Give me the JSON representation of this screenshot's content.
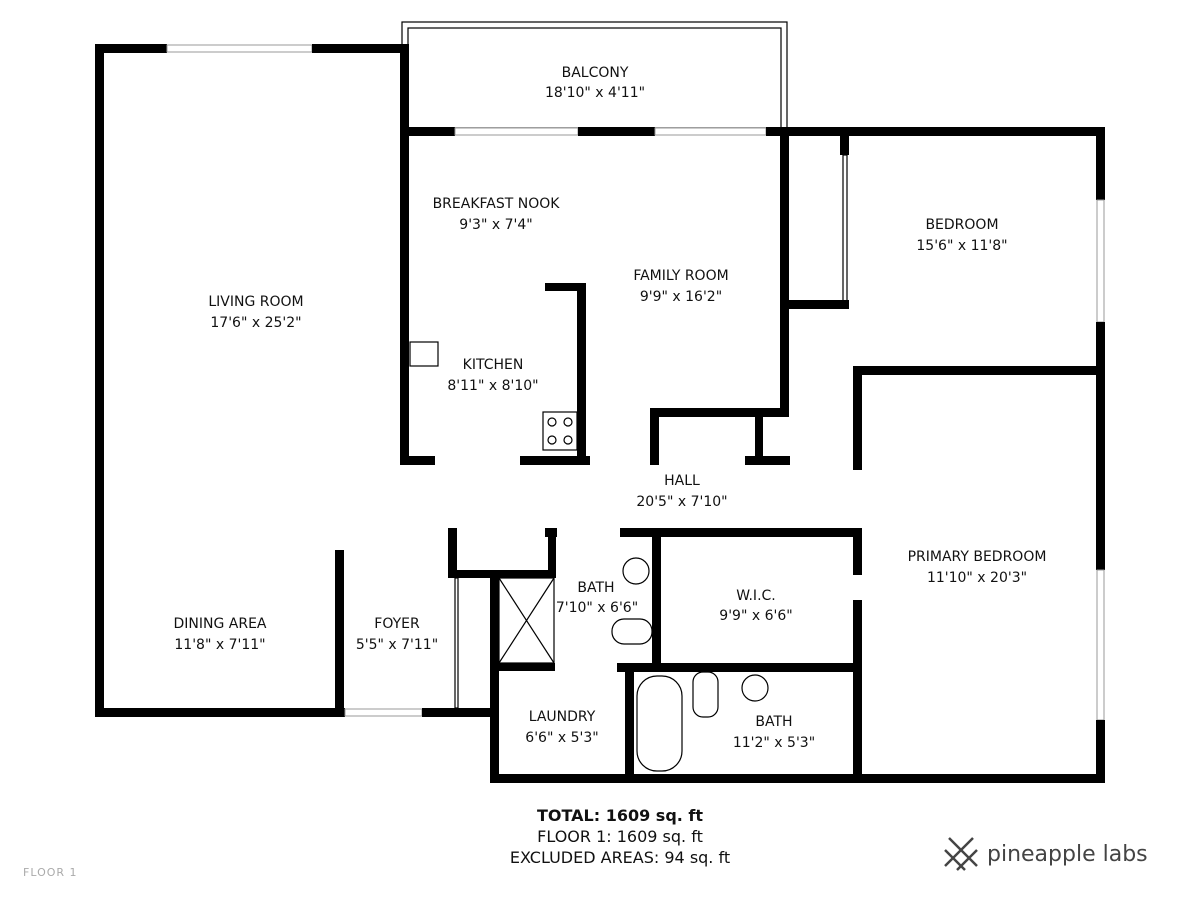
{
  "rooms": {
    "balcony": {
      "name": "BALCONY",
      "dims": "18'10\" x 4'11\""
    },
    "breakfast_nook": {
      "name": "BREAKFAST NOOK",
      "dims": "9'3\" x 7'4\""
    },
    "family_room": {
      "name": "FAMILY ROOM",
      "dims": "9'9\" x 16'2\""
    },
    "bedroom": {
      "name": "BEDROOM",
      "dims": "15'6\" x 11'8\""
    },
    "living_room": {
      "name": "LIVING ROOM",
      "dims": "17'6\" x 25'2\""
    },
    "kitchen": {
      "name": "KITCHEN",
      "dims": "8'11\" x 8'10\""
    },
    "hall": {
      "name": "HALL",
      "dims": "20'5\" x 7'10\""
    },
    "primary_bedroom": {
      "name": "PRIMARY BEDROOM",
      "dims": "11'10\" x 20'3\""
    },
    "bath1": {
      "name": "BATH",
      "dims": "7'10\" x 6'6\""
    },
    "wic": {
      "name": "W.I.C.",
      "dims": "9'9\" x 6'6\""
    },
    "dining_area": {
      "name": "DINING AREA",
      "dims": "11'8\" x 7'11\""
    },
    "foyer": {
      "name": "FOYER",
      "dims": "5'5\" x 7'11\""
    },
    "laundry": {
      "name": "LAUNDRY",
      "dims": "6'6\" x 5'3\""
    },
    "bath2": {
      "name": "BATH",
      "dims": "11'2\" x 5'3\""
    }
  },
  "totals": {
    "total": "TOTAL: 1609 sq. ft",
    "floor1": "FLOOR 1: 1609 sq. ft",
    "excluded": "EXCLUDED AREAS: 94 sq. ft"
  },
  "floor_label": "FLOOR 1",
  "brand": "pineapple labs"
}
